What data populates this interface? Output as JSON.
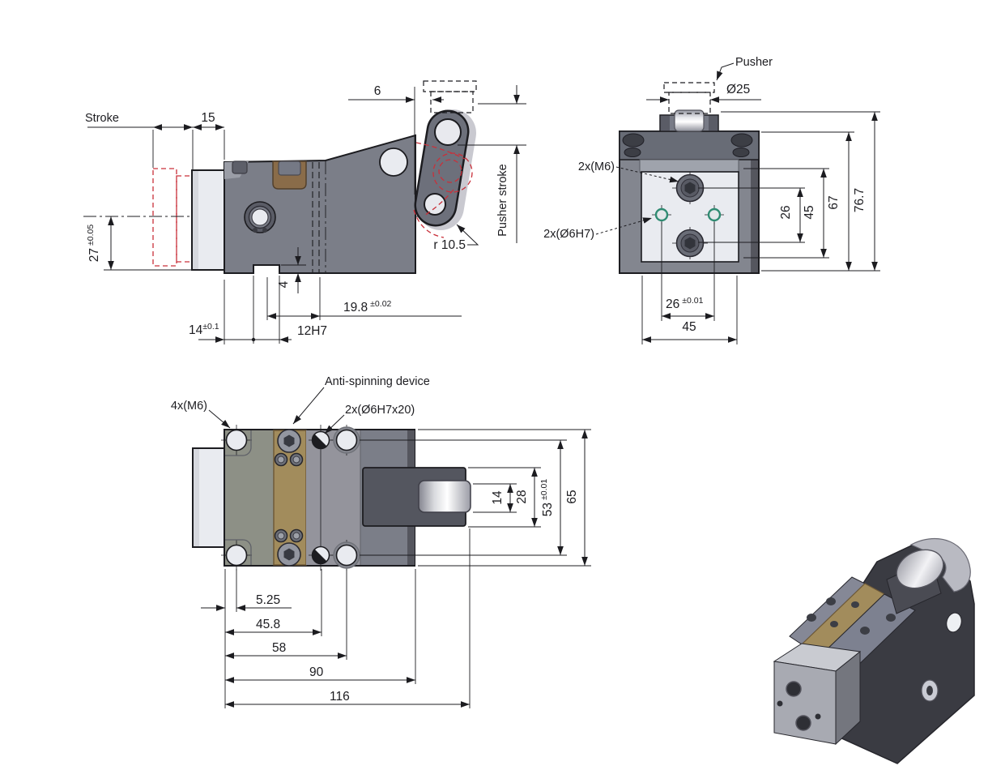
{
  "drawing": {
    "side_view": {
      "stroke_label": "Stroke",
      "dim_15": "15",
      "dim_27": "27",
      "tol_27": "±0.05",
      "dim_6": "6",
      "pusher_stroke_label": "Pusher stroke",
      "radius_label": "r 10.5",
      "dim_4": "4",
      "dim_19_8": "19.8",
      "tol_19_8": "±0.02",
      "dim_14": "14",
      "tol_14": "±0.1",
      "dim_12h7": "12H7"
    },
    "back_view": {
      "pusher_label": "Pusher",
      "dia_label": "Ø25",
      "screws_label": "2x(M6)",
      "dowels_label": "2x(Ø6H7)",
      "dim_26": "26",
      "dim_45": "45",
      "dim_67": "67",
      "dim_76_7": "76.7",
      "dim_26_bottom": "26",
      "tol_26_bottom": "±0.01",
      "dim_45_bottom": "45"
    },
    "top_view": {
      "screws_label": "4x(M6)",
      "anti_spin_label": "Anti-spinning device",
      "dowels_label": "2x(Ø6H7x20)",
      "dim_14": "14",
      "dim_28": "28",
      "dim_53": "53",
      "tol_53": "±0.01",
      "dim_65": "65",
      "dim_5_25": "5.25",
      "dim_45_8": "45.8",
      "dim_58": "58",
      "dim_90": "90",
      "dim_116": "116"
    }
  },
  "colors": {
    "line": "#1c1c20",
    "body": "#7b7e88",
    "body-dark": "#55565e",
    "top-band": "#686c76",
    "side-strip": "#83868f",
    "panel": "#e9ebf0",
    "brass": "#a28c5c",
    "brass-dark": "#6f5a38",
    "bronze": "#8a6c49",
    "phantom-red": "#c9303a",
    "dowel-green": "#2f8b72",
    "green-gray": "#8d9086",
    "chrome-dark": "#8f909b",
    "iso-dark": "#3a3b42",
    "iso-slate": "#7d8190",
    "iso-light": "#a8aab2"
  }
}
